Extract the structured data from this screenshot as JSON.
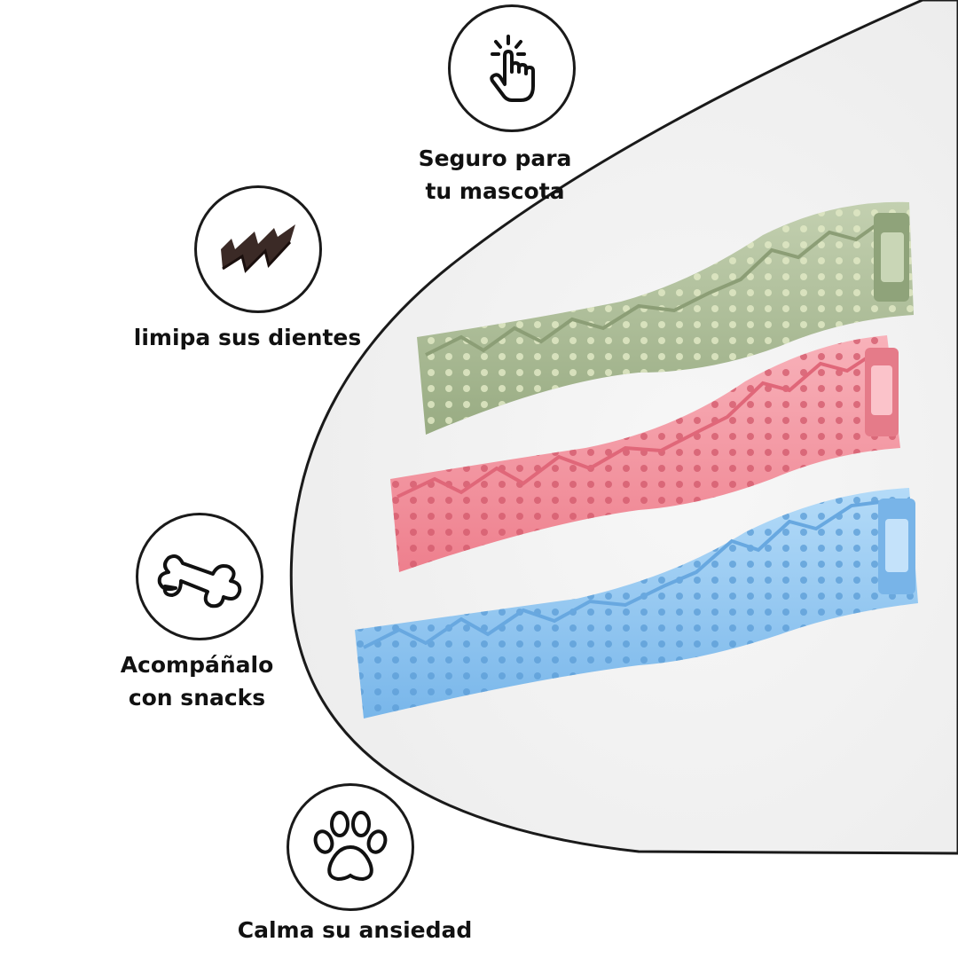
{
  "features": [
    {
      "label": "Seguro para\ntu mascota",
      "icon": "tap-hand-icon"
    },
    {
      "label": "limipa sus dientes",
      "icon": "zigzag-icon"
    },
    {
      "label": "Acompáñalo\ncon snacks",
      "icon": "bone-icon"
    },
    {
      "label": "Calma su ansiedad",
      "icon": "paw-icon"
    }
  ],
  "product": {
    "toys": [
      {
        "color_name": "green",
        "color": "#a9bb93"
      },
      {
        "color_name": "pink",
        "color": "#f3949f"
      },
      {
        "color_name": "blue",
        "color": "#8fc5f0"
      }
    ]
  },
  "colors": {
    "outline": "#1a1a1a",
    "panel_background": "#f3f3f3",
    "text": "#111111"
  }
}
